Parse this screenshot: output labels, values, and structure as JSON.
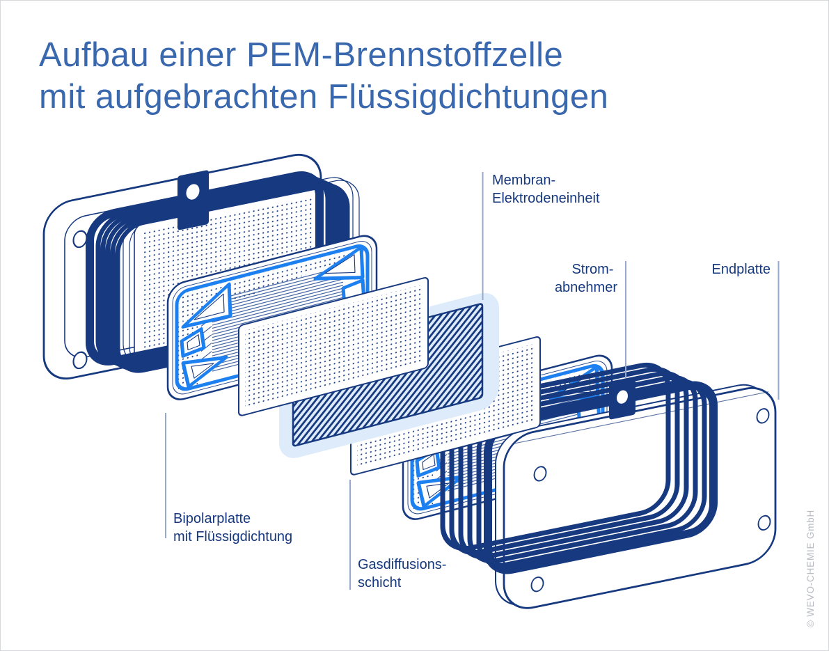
{
  "title": {
    "line1": "Aufbau einer PEM-Brennstoffzelle",
    "line2": "mit aufgebrachten Flüssigdichtungen"
  },
  "callouts": {
    "mea": {
      "line1": "Membran-",
      "line2": "Elektrodeneinheit"
    },
    "collector": {
      "line1": "Strom-",
      "line2": "abnehmer"
    },
    "endplate": {
      "line1": "Endplatte"
    },
    "bipolar": {
      "line1": "Bipolarplatte",
      "line2": "mit Flüssigdichtung"
    },
    "gdl": {
      "line1": "Gasdiffusions-",
      "line2": "schicht"
    }
  },
  "watermark": {
    "text": "© WEVO-CHEMIE GmbH"
  },
  "colors": {
    "navy": "#16397f",
    "gasket_blue": "#1d80f0",
    "glow_blue": "#ddebfa",
    "title_blue": "#3a68af",
    "leader_line": "#96a9cc",
    "watermark_gray": "#b7bbc1",
    "border_gray": "#d6d8db"
  }
}
